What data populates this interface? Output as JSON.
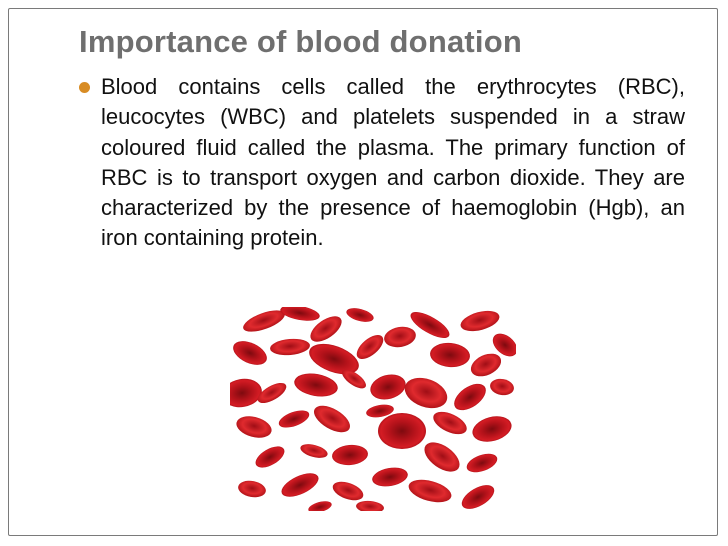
{
  "slide": {
    "title": "Importance of blood donation",
    "bullets": [
      {
        "text": "Blood contains cells called the erythrocytes (RBC), leucocytes (WBC) and platelets suspended in a straw coloured fluid called the plasma. The primary function of RBC is to transport oxygen and carbon dioxide. They are characterized by the presence of haemoglobin (Hgb), an iron containing protein."
      }
    ],
    "image": {
      "subject": "red-blood-cells"
    },
    "colors": {
      "title": "#6f6f6f",
      "bullet": "#d88c24",
      "body_text": "#111111",
      "cell_red": "#c8141e",
      "cell_dark": "#8a0a10",
      "frame_border": "#7a7a7a"
    }
  }
}
